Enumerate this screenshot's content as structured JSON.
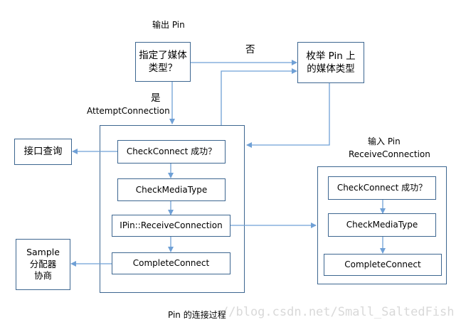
{
  "labels": {
    "output_pin": "输出 Pin",
    "no": "否",
    "yes": "是",
    "attempt_connection": "AttemptConnection",
    "input_pin": "输入 Pin",
    "receive_connection": "ReceiveConnection",
    "caption": "Pin 的连接过程",
    "watermark": "//blog.csdn.net/Small_SaltedFish"
  },
  "nodes": {
    "media_type_specified": "指定了媒体\n类型？",
    "enumerate_media_types": "枚举 Pin 上\n的媒体类型",
    "interface_query": "接口查询",
    "sample_allocator": "Sample\n分配器\n协商",
    "output_check_connect": "CheckConnect 成功？",
    "output_check_media_type": "CheckMediaType",
    "ipin_receive_connection": "IPin::ReceiveConnection",
    "output_complete_connect": "CompleteConnect",
    "input_check_connect": "CheckConnect 成功？",
    "input_check_media_type": "CheckMediaType",
    "input_complete_connect": "CompleteConnect"
  },
  "colors": {
    "border": "#3d6690",
    "arrow": "#6fa0d6"
  }
}
